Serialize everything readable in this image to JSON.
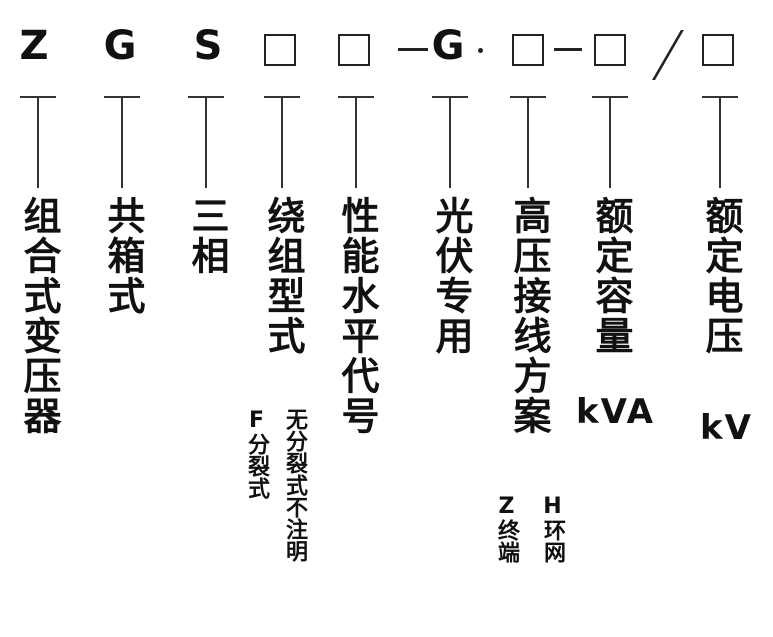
{
  "code": {
    "z": "Z",
    "g": "G",
    "s": "S",
    "dash1": "—",
    "g2": "G",
    "dash2": "—",
    "slash": "/"
  },
  "labels": {
    "col1": "组合式变压器",
    "col2": "共箱式",
    "col3": "三相",
    "col4": "绕组型式",
    "col5": "性能水平代号",
    "col6": "光伏专用",
    "col7": "高压接线方案",
    "col8": "额定容量",
    "col8_unit": "kVA",
    "col9": "额定电压",
    "col9_unit": "kV"
  },
  "sub_notes": {
    "winding_f": "F分裂式",
    "winding_none": "无分裂式不注明",
    "hv_z": "Z终端",
    "hv_h": "H环网"
  }
}
